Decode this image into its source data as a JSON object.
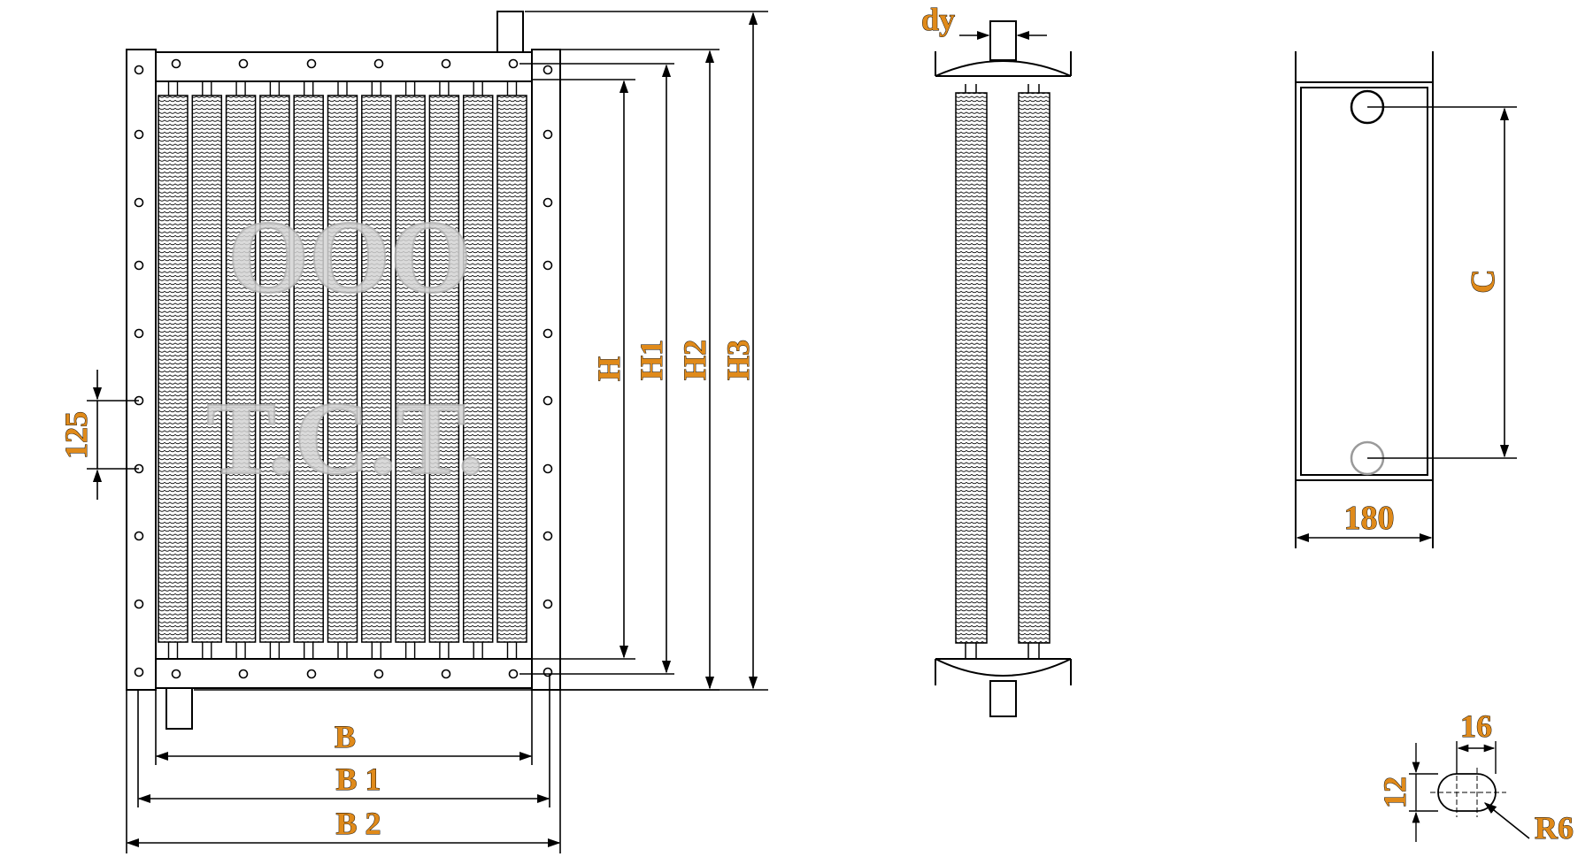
{
  "colors": {
    "label": "#e08a1a",
    "line": "#000000",
    "watermark": "#c8c8c8",
    "port_gray": "#9a9a9a"
  },
  "watermark": {
    "line1": "OOO",
    "line2": "T.C.T."
  },
  "front_view": {
    "pitch_label": "125",
    "width_labels": [
      "B",
      "B 1",
      "B 2"
    ],
    "height_labels": [
      "H",
      "H1",
      "H2",
      "H3"
    ]
  },
  "side_view": {
    "nozzle_label": "dy"
  },
  "end_view": {
    "center_label": "C",
    "width_label": "180"
  },
  "slot_detail": {
    "length_label": "16",
    "width_label": "12",
    "radius_label": "R6"
  }
}
